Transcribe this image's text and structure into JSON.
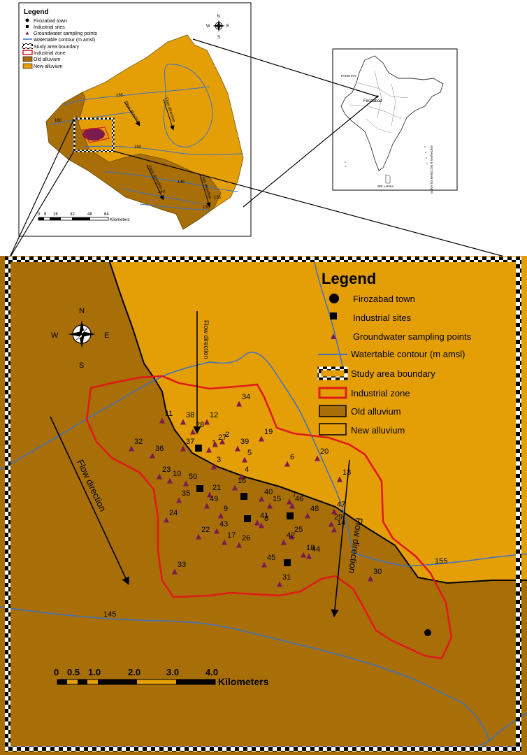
{
  "colors": {
    "old_alluvium": "#a86f08",
    "new_alluvium": "#e49f06",
    "contour": "#3a72c8",
    "industrial_zone": "#e01a1a",
    "sample_point": "#7a1b4f",
    "boundary": "#000000"
  },
  "icons": [
    "north-arrow-icon",
    "triangle-icon",
    "square-icon",
    "circle-icon",
    "line-icon"
  ],
  "inset": {
    "legend": {
      "title": "Legend",
      "items": [
        "Firozabad town",
        "Industrial sites",
        "Groundwater sampling points",
        "Watertable contour (m amsl)",
        "Study area boundary",
        "Industrial zone",
        "Old alluvium",
        "New alluvium"
      ]
    },
    "compass": {
      "n": "N",
      "s": "S",
      "e": "E",
      "w": "W"
    },
    "flow_labels": [
      "Flow direction",
      "Flow direction",
      "Flow direction",
      "Flow direction"
    ],
    "contour_labels": [
      "160",
      "155",
      "150",
      "145",
      "140",
      "135",
      "130"
    ],
    "scale": {
      "ticks": [
        "0",
        "8",
        "16",
        "32",
        "48",
        "64"
      ],
      "unit": "Kilometers"
    },
    "india": {
      "pakistan": "PAKISTAN",
      "firozabad": "Firozabad",
      "sri_lanka": "SRI LANKA",
      "islands": "ANDAMAN & NICOBAR ISLANDS"
    }
  },
  "main": {
    "legend": {
      "title": "Legend",
      "items": [
        "Firozabad town",
        "Industrial sites",
        "Groundwater sampling points",
        "Watertable contour (m amsl)",
        "Study area boundary",
        "Industrial zone",
        "Old alluvium",
        "New alluvium"
      ]
    },
    "compass": {
      "n": "N",
      "s": "S",
      "e": "E",
      "w": "W"
    },
    "flow_labels": [
      "Flow direction",
      "Flow direction",
      "Flow direction"
    ],
    "contour_labels": [
      "155",
      "145"
    ],
    "scale": {
      "ticks": [
        "0",
        "0.5",
        "1.0",
        "2.0",
        "3.0",
        "4.0"
      ],
      "unit": "Kilometers"
    },
    "sampling_points": [
      "1",
      "2",
      "3",
      "4",
      "5",
      "6",
      "7",
      "8",
      "9",
      "10",
      "11",
      "12",
      "13",
      "14",
      "15",
      "16",
      "17",
      "18",
      "19",
      "20",
      "21",
      "22",
      "23",
      "24",
      "25",
      "26",
      "27",
      "28",
      "29",
      "30",
      "31",
      "32",
      "33",
      "34",
      "35",
      "36",
      "37",
      "38",
      "39",
      "40",
      "41",
      "42",
      "43",
      "44",
      "45",
      "46",
      "47",
      "48",
      "49",
      "50"
    ]
  }
}
